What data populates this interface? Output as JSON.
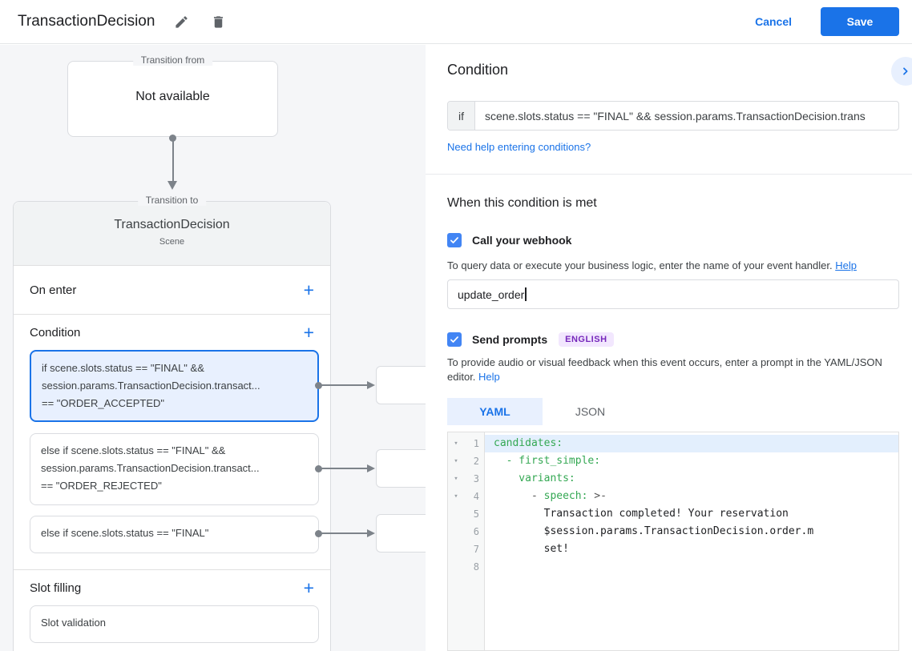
{
  "colors": {
    "accent": "#1a73e8",
    "checkbox_blue": "#4285f4",
    "selected_card_bg": "#e8f0fe",
    "selected_card_border": "#1a73e8",
    "code_key_green": "#34a853",
    "badge_bg": "#f2e7fe",
    "badge_text": "#7627bb",
    "line_highlight": "#e3effd"
  },
  "icons": {
    "add": "+",
    "fold": "▾"
  },
  "header": {
    "title": "TransactionDecision",
    "cancel": "Cancel",
    "save": "Save"
  },
  "flow": {
    "transition_from": {
      "label": "Transition from",
      "text": "Not available"
    },
    "transition_to": {
      "label": "Transition to",
      "title": "TransactionDecision",
      "type": "Scene"
    },
    "on_enter": {
      "title": "On enter"
    },
    "condition": {
      "title": "Condition",
      "cards": [
        {
          "lines": [
            "if scene.slots.status == \"FINAL\" &&",
            "session.params.TransactionDecision.transact...",
            "== \"ORDER_ACCEPTED\""
          ]
        },
        {
          "lines": [
            "else if scene.slots.status == \"FINAL\" &&",
            "session.params.TransactionDecision.transact...",
            "== \"ORDER_REJECTED\""
          ]
        },
        {
          "lines": [
            "else if scene.slots.status == \"FINAL\""
          ]
        }
      ]
    },
    "slot_filling": {
      "title": "Slot filling",
      "card": "Slot validation"
    }
  },
  "panel": {
    "title": "Condition",
    "if_label": "if",
    "if_value": "scene.slots.status == \"FINAL\" && session.params.TransactionDecision.trans",
    "help_link": "Need help entering conditions?",
    "when_title": "When this condition is met",
    "webhook": {
      "label": "Call your webhook",
      "desc": "To query data or execute your business logic, enter the name of your event handler.",
      "help": "Help",
      "value": "update_order"
    },
    "prompts": {
      "label": "Send prompts",
      "badge": "ENGLISH",
      "desc": "To provide audio or visual feedback when this event occurs, enter a prompt in the YAML/JSON editor.",
      "help": "Help"
    },
    "tabs": {
      "yaml": "YAML",
      "json": "JSON"
    },
    "editor": {
      "lines": [
        {
          "num": "1",
          "key": "candidates:"
        },
        {
          "num": "2",
          "key": "  - first_simple:"
        },
        {
          "num": "3",
          "key": "    variants:"
        },
        {
          "num": "4",
          "pre": "      - ",
          "key": "speech:",
          "post": " >-"
        },
        {
          "num": "5",
          "text": "        Transaction completed! Your reservation"
        },
        {
          "num": "6",
          "text": "        $session.params.TransactionDecision.order.m"
        },
        {
          "num": "7",
          "text": "        set!"
        },
        {
          "num": "8"
        }
      ]
    }
  }
}
